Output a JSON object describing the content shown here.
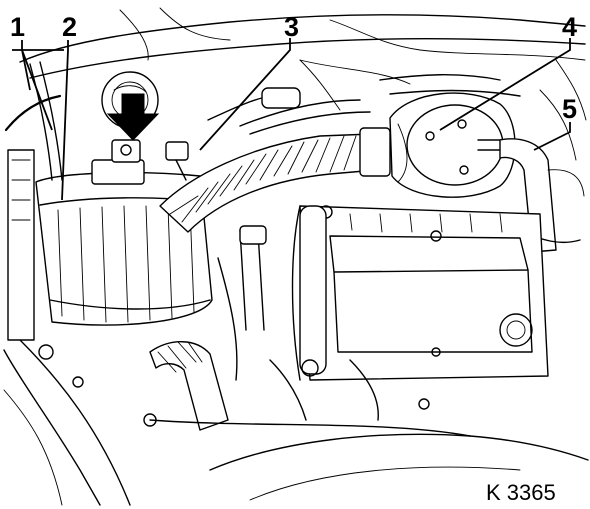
{
  "figure": {
    "reference": "K 3365",
    "callouts": [
      {
        "id": "1",
        "label": "1"
      },
      {
        "id": "2",
        "label": "2"
      },
      {
        "id": "3",
        "label": "3"
      },
      {
        "id": "4",
        "label": "4"
      },
      {
        "id": "5",
        "label": "5"
      }
    ],
    "arrow_icon": "down-arrow-icon",
    "colors": {
      "ink": "#000000",
      "paper": "#ffffff"
    }
  }
}
